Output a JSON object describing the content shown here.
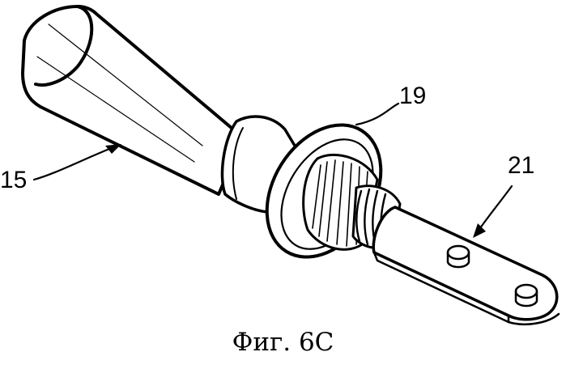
{
  "labels": {
    "handle": "15",
    "collar": "19",
    "blade": "21"
  },
  "caption": "Фиг. 6С"
}
